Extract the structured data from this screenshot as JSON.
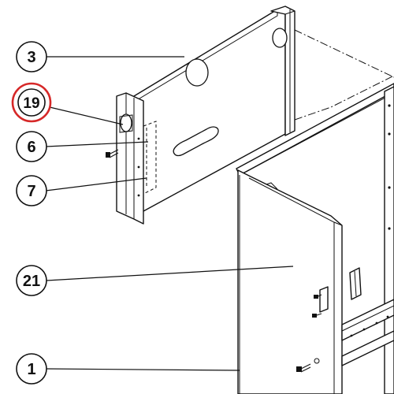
{
  "callouts": [
    {
      "id": "c3",
      "label": "3"
    },
    {
      "id": "c19",
      "label": "19",
      "highlighted": true
    },
    {
      "id": "c6",
      "label": "6"
    },
    {
      "id": "c7",
      "label": "7"
    },
    {
      "id": "c21",
      "label": "21"
    },
    {
      "id": "c1",
      "label": "1"
    }
  ],
  "colors": {
    "line": "#111111",
    "highlight_ring": "#d62828",
    "background": "#ffffff"
  }
}
